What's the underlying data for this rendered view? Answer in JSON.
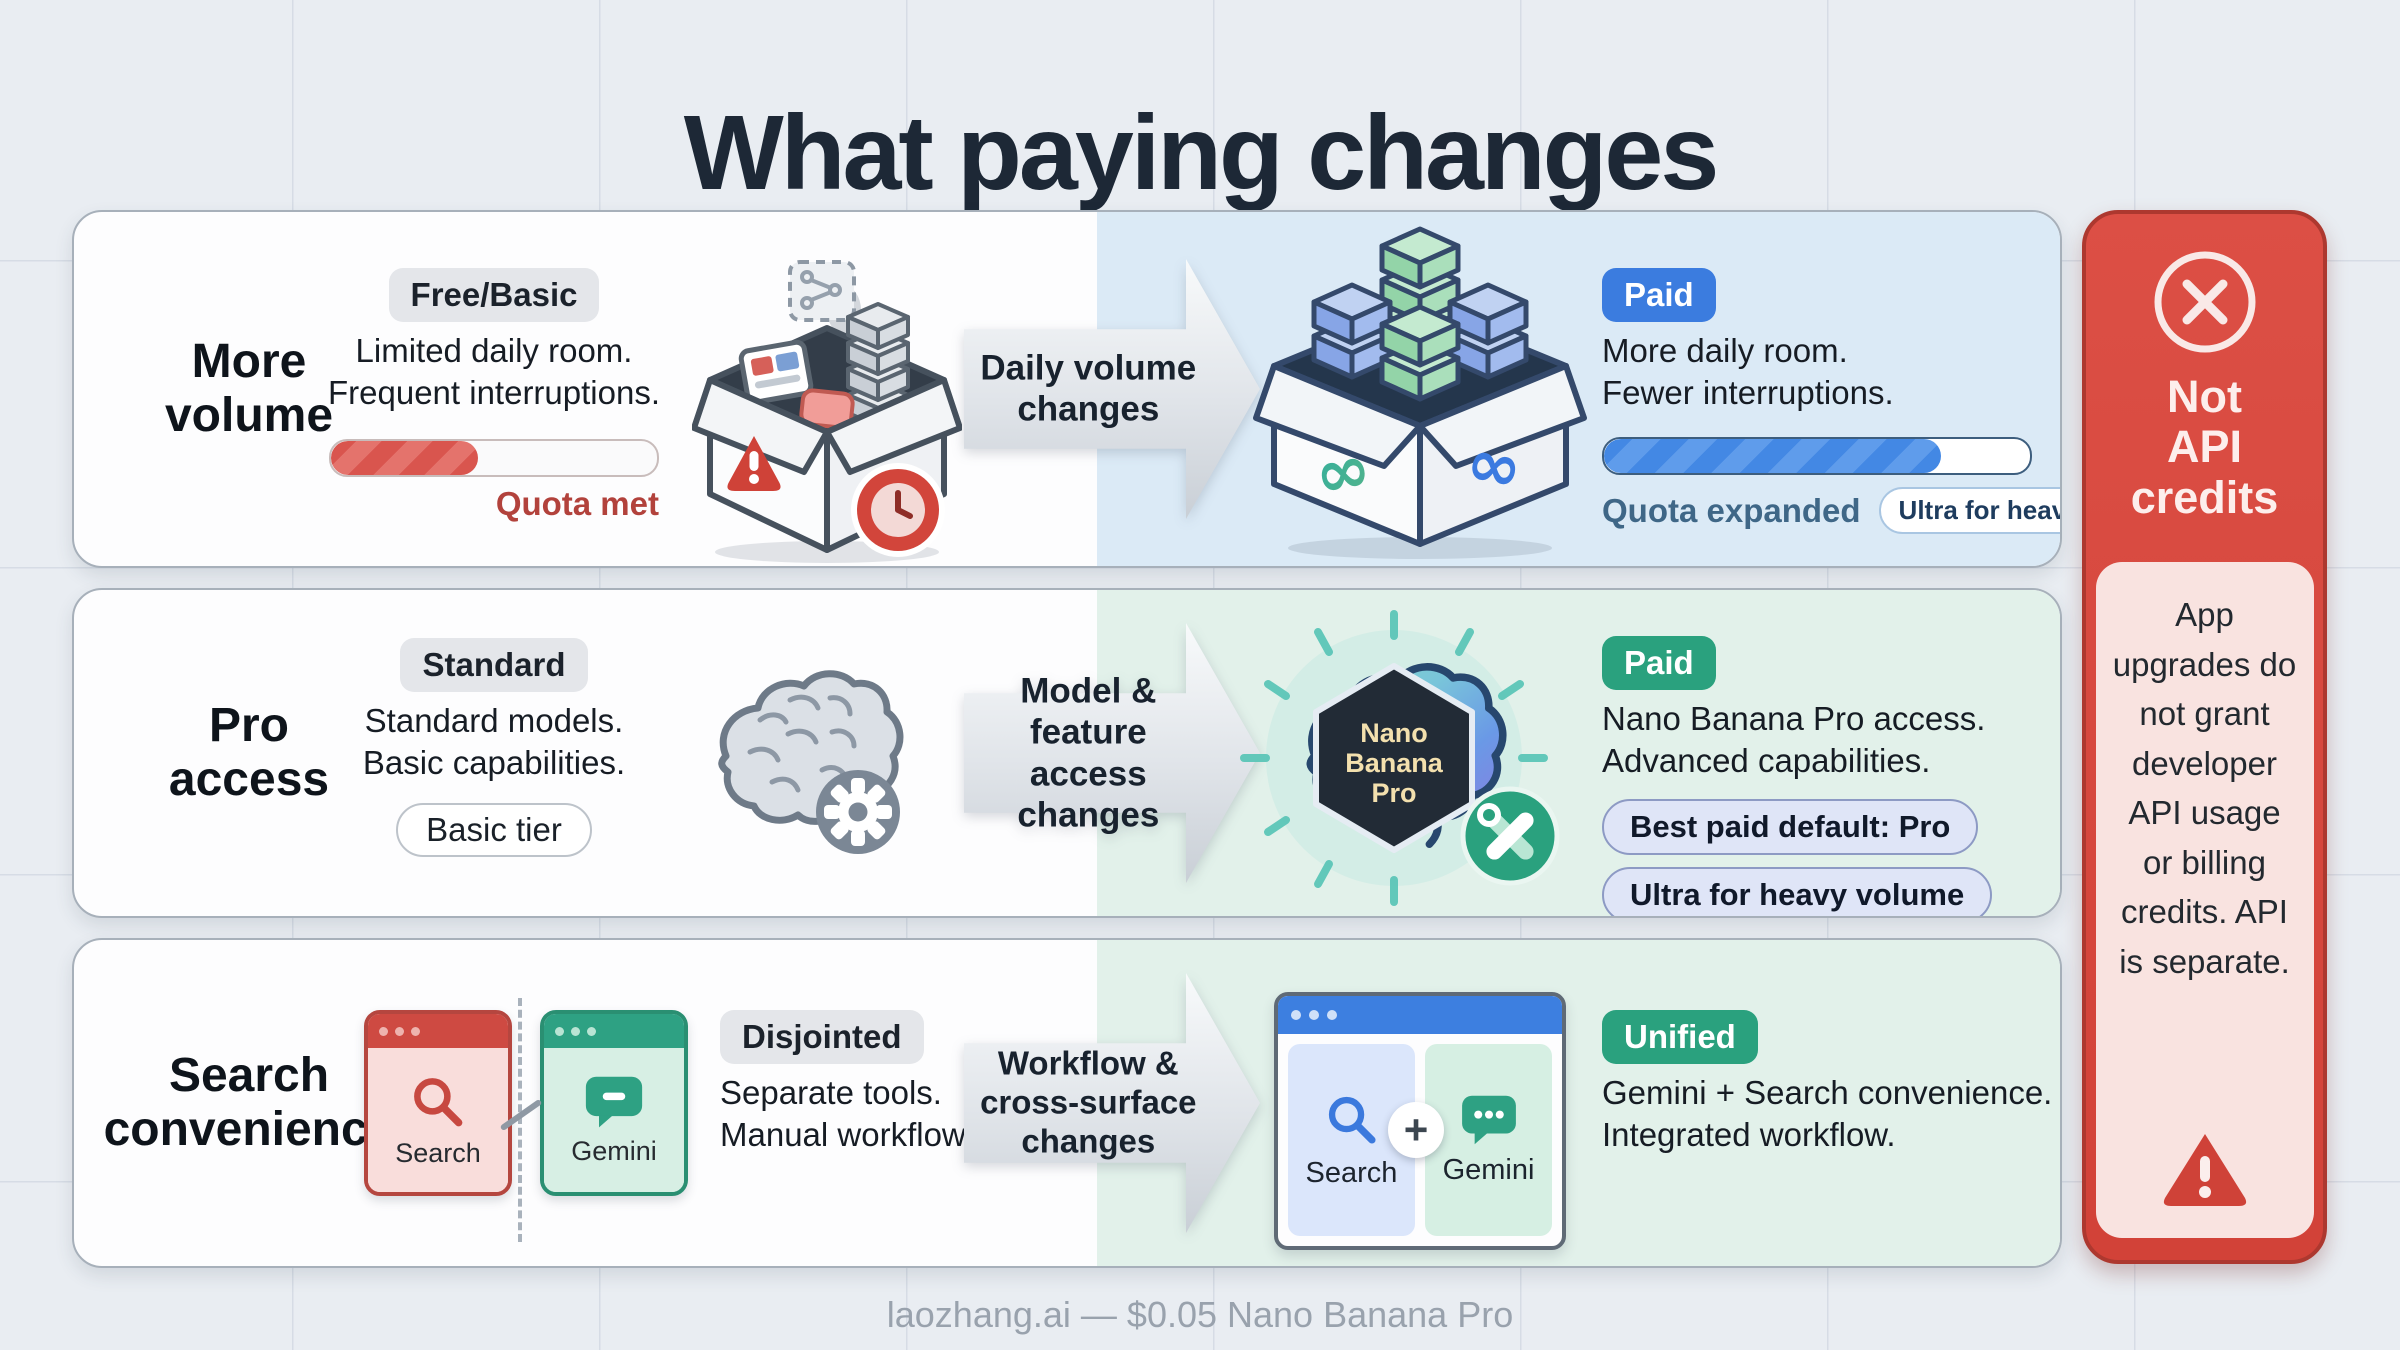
{
  "title": "What paying changes",
  "footer": "laozhang.ai — $0.05 Nano Banana Pro",
  "rows": [
    {
      "label": "More\nvolume",
      "before": {
        "badge": "Free/Basic",
        "desc": "Limited daily room.\nFrequent interruptions.",
        "bar_label": "Quota met",
        "bar_percent": 45
      },
      "arrow": "Daily volume\nchanges",
      "after": {
        "badge": "Paid",
        "desc": "More daily room.\nFewer interruptions.",
        "bar_label": "Quota expanded",
        "bar_percent": 79,
        "chip": "Ultra for heavy volume"
      }
    },
    {
      "label": "Pro\naccess",
      "before": {
        "badge": "Standard",
        "desc": "Standard models.\nBasic capabilities.",
        "chip": "Basic tier"
      },
      "arrow": "Model & feature\naccess changes",
      "hex": "Nano\nBanana\nPro",
      "after": {
        "badge": "Paid",
        "desc": "Nano Banana Pro access.\nAdvanced capabilities.",
        "chips": [
          "Best paid default: Pro",
          "Ultra for heavy volume"
        ]
      }
    },
    {
      "label": "Search\nconvenience",
      "before": {
        "badge": "Disjointed",
        "desc": "Separate tools.\nManual workflow.",
        "window_search": "Search",
        "window_gemini": "Gemini"
      },
      "arrow": "Workflow &\ncross-surface\nchanges",
      "after": {
        "badge": "Unified",
        "desc": "Gemini + Search convenience.\nIntegrated workflow.",
        "tile_search": "Search",
        "tile_gemini": "Gemini"
      }
    }
  ],
  "sidebar": {
    "title": "Not\nAPI\ncredits",
    "body": "App upgrades do not grant developer API usage or billing credits. API is separate."
  },
  "icons": {
    "infinity": "∞",
    "plus": "+",
    "box_limited": "open-box-warning-icon",
    "box_expanded": "open-box-blocks-icon",
    "brain_basic": "brain-gear-icon",
    "brain_pro": "brain-nano-banana-pro-icon",
    "window_search": "search-window-icon",
    "window_gemini": "gemini-window-icon",
    "browser_unified": "unified-browser-icon",
    "cross": "cross-circle-icon",
    "warning": "warning-triangle-icon"
  },
  "colors": {
    "accent_blue": "#3b7cdf",
    "accent_green": "#2aa17e",
    "alert_red": "#d6453c",
    "sidebar_red": "#d84a41",
    "quota_met_red": "#b2423c",
    "quota_expanded_blue": "#3f6787",
    "tint_blue": "#dbeaf6",
    "tint_green": "#e2f1ea"
  }
}
